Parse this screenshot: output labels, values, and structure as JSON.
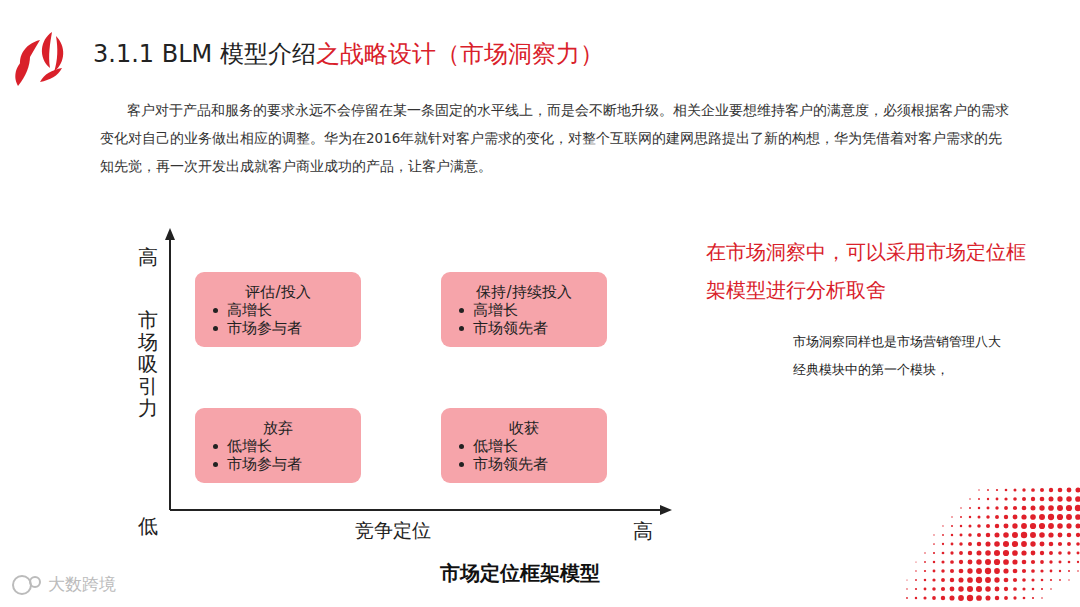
{
  "diagram": {
    "title": "3.1.1 BLM 模型介绍",
    "caption": "市场定位框架模型",
    "nodes": [
      {
        "text": [
          "评估/投入",
          "高增长",
          "市场参与者"
        ]
      },
      {
        "text": [
          "保持/持续投入",
          "高增长",
          "市场领先者"
        ]
      },
      {
        "text": [
          "放弃",
          "低增长",
          "市场参与者"
        ]
      },
      {
        "text": [
          "收获",
          "低增长",
          "市场领先者"
        ]
      }
    ],
    "labels": [
      "之战略设计（市场洞察力）",
      "客户对于产品和服务的要求永远不会停留在某一条固定的水平线上，而是会不断地升级。相关企业要想维持客户的满意度，必须根据客户的需求变化对自己的业务做出相应的调整。华为在2016年就针对客户需求的变化，对整个互联网的建网思路提出了新的构想，华为凭借着对客户需求的先知先觉，再一次开发出成就客户商业成功的产品，让客户满意。",
      "高",
      "市场吸引力",
      "低",
      "竞争定位",
      "高",
      "在市场洞察中，可以采用市场定位框架模型进行分析取舍",
      "市场洞察同样也是市场营销管理八大经典模块中的第一个模块，",
      "大数跨境"
    ]
  }
}
